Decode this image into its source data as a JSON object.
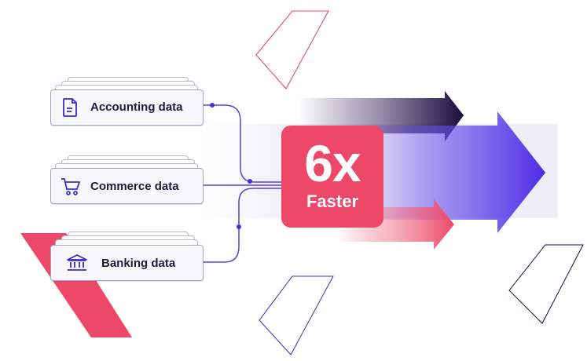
{
  "sources": [
    {
      "label": "Accounting data",
      "icon": "document-icon"
    },
    {
      "label": "Commerce data",
      "icon": "shopping-cart-icon"
    },
    {
      "label": "Banking data",
      "icon": "bank-icon"
    }
  ],
  "badge": {
    "value": "6x",
    "caption": "Faster"
  },
  "colors": {
    "accent_pink": "#ee4869",
    "accent_purple": "#4d2ce6",
    "dark_navy": "#1a0b3b",
    "line_purple": "#5a3fe0"
  }
}
